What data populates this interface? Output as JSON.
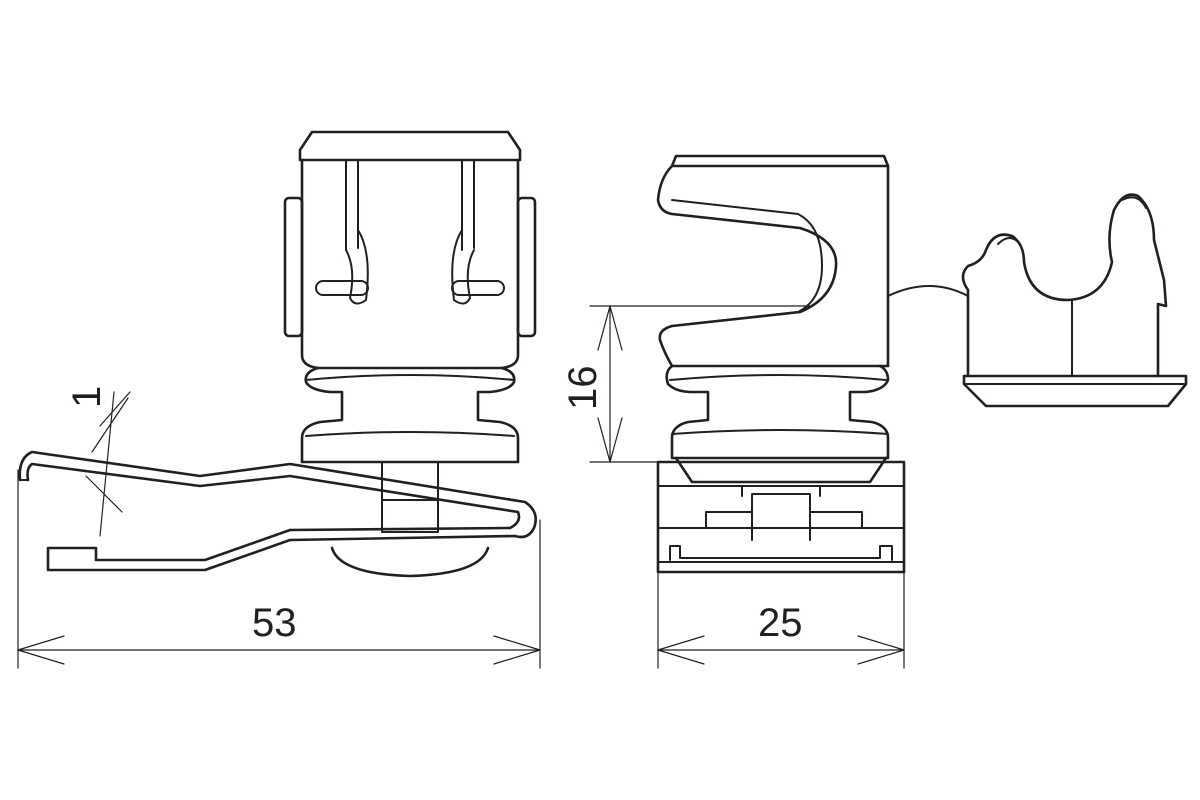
{
  "dimensions": {
    "overall_length": "53",
    "overall_width": "25",
    "height": "16",
    "material_thickness": "1"
  },
  "colors": {
    "line": "#231f20",
    "background": "#ffffff"
  }
}
